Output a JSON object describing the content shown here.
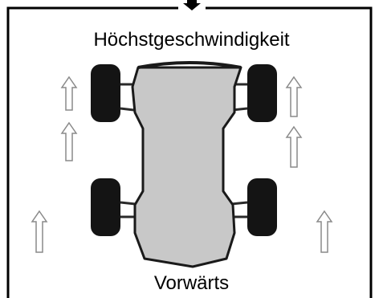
{
  "labels": {
    "top": "Höchstgeschwindigkeit",
    "bottom": "Vorwärts"
  },
  "colors": {
    "frame": "#000000",
    "body_fill": "#c8c8c8",
    "body_stroke": "#1a1a1a",
    "wheel": "#141414",
    "axle": "#2a2a2a",
    "arrow_stroke": "#8a8a8a",
    "background": "#ffffff"
  },
  "icons": {
    "arrows": "up-arrow-outline",
    "car": "rc-car-top-view",
    "wheels": "tire",
    "entry_marker": "down-arrow"
  }
}
